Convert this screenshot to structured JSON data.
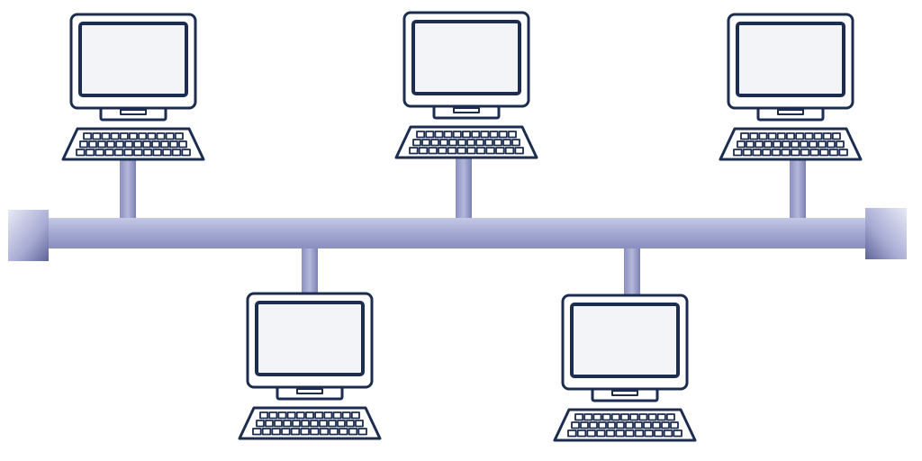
{
  "diagram": {
    "topology": "bus",
    "node_count": 5,
    "nodes": [
      {
        "id": "pc-top-left",
        "side": "top"
      },
      {
        "id": "pc-top-center",
        "side": "top"
      },
      {
        "id": "pc-top-right",
        "side": "top"
      },
      {
        "id": "pc-bottom-left",
        "side": "bottom"
      },
      {
        "id": "pc-bottom-right",
        "side": "bottom"
      }
    ],
    "icon": "desktop-computer-icon",
    "terminator_icon": "bus-terminator-icon"
  },
  "colors": {
    "outline": "#1c2d4f",
    "screen_fill": "#f3f4f7",
    "bus_light": "#c5c9e6",
    "bus_mid": "#a3a8d2",
    "bus_dark": "#7b80b3",
    "terminator_light": "#e8e9f6",
    "terminator_dark": "#6f74a8"
  }
}
